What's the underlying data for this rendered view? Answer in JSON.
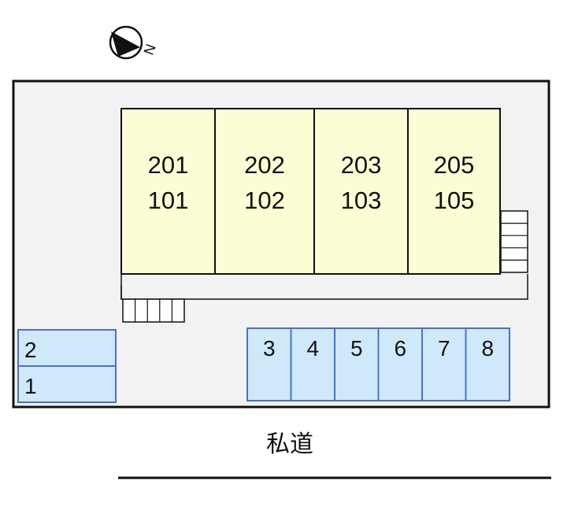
{
  "colors": {
    "lot_bg": "#f2f2f2",
    "building_fill": "#fdfdd5",
    "parking_fill": "#cfe8fa",
    "parking_border": "#4a6fd6",
    "line": "#111111"
  },
  "compass": {
    "label": "N",
    "icon": "north-arrow-icon"
  },
  "units": [
    {
      "upper": "201",
      "lower": "101"
    },
    {
      "upper": "202",
      "lower": "102"
    },
    {
      "upper": "203",
      "lower": "103"
    },
    {
      "upper": "205",
      "lower": "105"
    }
  ],
  "parking_left": [
    {
      "label": "2"
    },
    {
      "label": "1"
    }
  ],
  "parking_right": [
    {
      "label": "3"
    },
    {
      "label": "4"
    },
    {
      "label": "5"
    },
    {
      "label": "6"
    },
    {
      "label": "7"
    },
    {
      "label": "8"
    }
  ],
  "road": {
    "label": "私道"
  }
}
